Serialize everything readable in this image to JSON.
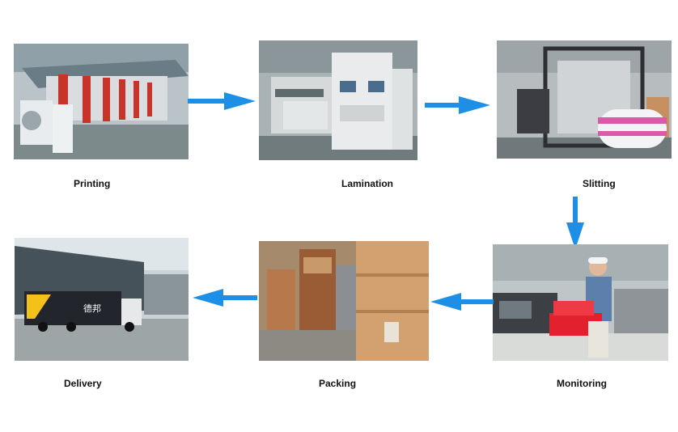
{
  "steps": [
    {
      "label": "Printing"
    },
    {
      "label": "Lamination"
    },
    {
      "label": "Slitting"
    },
    {
      "label": "Monitoring"
    },
    {
      "label": "Packing"
    },
    {
      "label": "Delivery"
    }
  ],
  "colors": {
    "arrow": "#1e8fe6"
  },
  "truck_text": "德邦"
}
